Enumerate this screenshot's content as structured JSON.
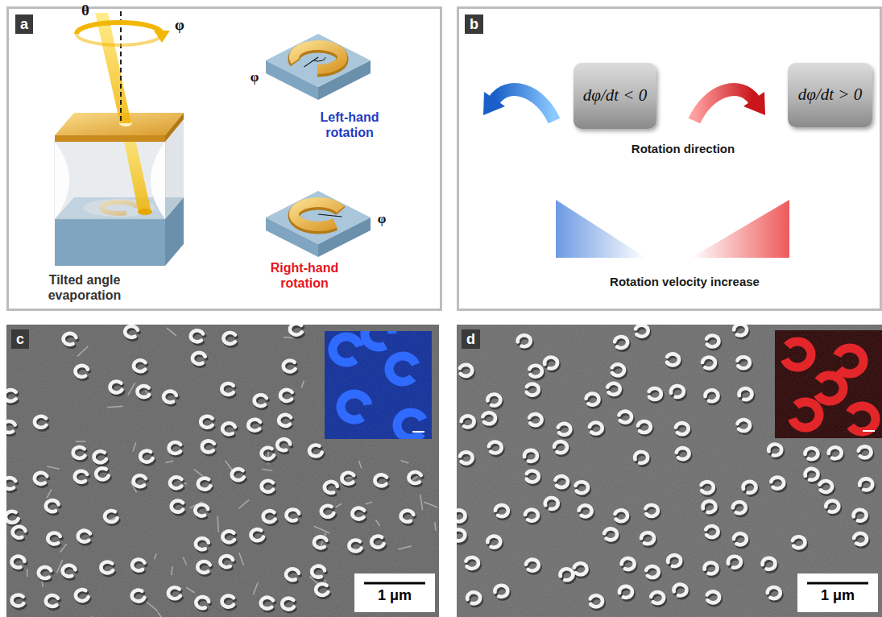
{
  "diagram": {
    "nodes": [
      {
        "text": [
          "a"
        ]
      },
      {
        "text": [
          "b"
        ]
      },
      {
        "text": [
          "c"
        ]
      },
      {
        "text": [
          "d"
        ]
      },
      {
        "text": [
          "dφ/dt < 0"
        ],
        "in": 1
      },
      {
        "text": [
          "dφ/dt > 0"
        ],
        "in": 1
      }
    ],
    "labels": [
      "θ",
      "φ",
      "Tilted angle evaporation",
      "φ",
      "Left-hand rotation",
      "φ",
      "Right-hand rotation",
      "Rotation direction",
      "Rotation velocity increase",
      "1 μm",
      "1 μm"
    ]
  }
}
